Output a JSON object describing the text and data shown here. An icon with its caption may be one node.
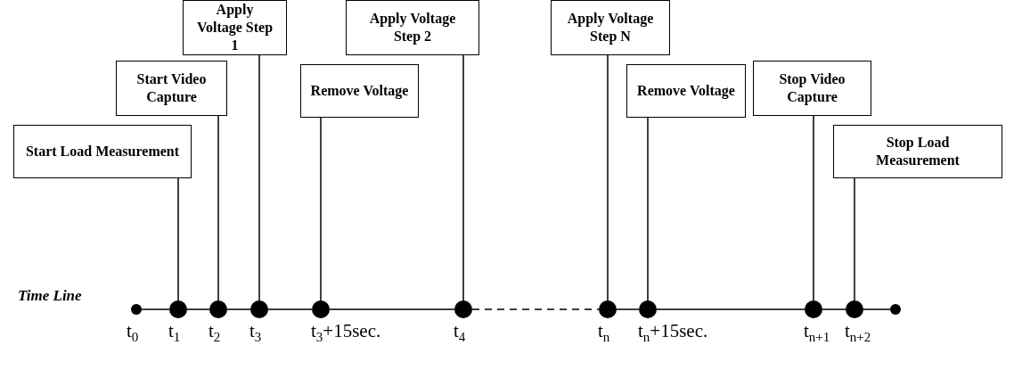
{
  "diagram": {
    "nodes": [
      {
        "text": [
          "Apply Voltage Step 1"
        ]
      },
      {
        "text": [
          "Apply Voltage Step 2"
        ]
      },
      {
        "text": [
          "Apply Voltage Step N"
        ]
      },
      {
        "text": [
          "Start Video Capture"
        ]
      },
      {
        "text": [
          "Remove Voltage"
        ]
      },
      {
        "text": [
          "Remove Voltage"
        ]
      },
      {
        "text": [
          "Stop Video Capture"
        ]
      },
      {
        "text": [
          "Start Load Measurement"
        ]
      },
      {
        "text": [
          "Stop Load Measurement"
        ]
      },
      {
        "text": [],
        "shape": "circle"
      },
      {
        "text": [],
        "shape": "circle"
      },
      {
        "text": [],
        "shape": "circle"
      },
      {
        "text": [],
        "shape": "circle"
      },
      {
        "text": [],
        "shape": "circle"
      },
      {
        "text": [],
        "shape": "circle"
      },
      {
        "text": [],
        "shape": "circle"
      },
      {
        "text": [],
        "shape": "circle"
      },
      {
        "text": [],
        "shape": "circle"
      },
      {
        "text": [],
        "shape": "circle"
      },
      {
        "text": [],
        "shape": "circle"
      }
    ],
    "edges": [
      {
        "from": 0,
        "to": 12,
        "arrow": "none"
      },
      {
        "from": 1,
        "to": 14,
        "arrow": "none"
      },
      {
        "from": 2,
        "to": 15,
        "arrow": "none"
      },
      {
        "from": 3,
        "to": 11,
        "arrow": "none"
      },
      {
        "from": 4,
        "to": 13,
        "arrow": "none"
      },
      {
        "from": 5,
        "to": 16,
        "arrow": "none"
      },
      {
        "from": 6,
        "to": 17,
        "arrow": "none"
      },
      {
        "from": 7,
        "to": 10,
        "arrow": "none"
      },
      {
        "from": 8,
        "to": 18,
        "arrow": "none"
      },
      {
        "from": 9,
        "to": 10,
        "arrow": "none"
      },
      {
        "from": 10,
        "to": 11,
        "arrow": "none"
      },
      {
        "from": 11,
        "to": 12,
        "arrow": "none"
      },
      {
        "from": 12,
        "to": 13,
        "arrow": "none"
      },
      {
        "from": 13,
        "to": 14,
        "arrow": "none"
      },
      {
        "from": 14,
        "to": 15,
        "arrow": "none",
        "style": "dashed"
      },
      {
        "from": 15,
        "to": 16,
        "arrow": "none"
      },
      {
        "from": 16,
        "to": 17,
        "arrow": "none"
      },
      {
        "from": 17,
        "to": 18,
        "arrow": "none"
      },
      {
        "from": 18,
        "to": 19,
        "arrow": "none"
      }
    ],
    "labels": [
      "Time Line",
      "t$_{0}$",
      "t$_{1}$",
      "t$_{2}$",
      "t$_{3}$",
      "t$_{3}$+15sec.",
      "t$_{4}$",
      "t$_{n}$",
      "t$_{n}$+15sec.",
      "t$_{n+1}$",
      "t$_{n+2}$"
    ]
  }
}
